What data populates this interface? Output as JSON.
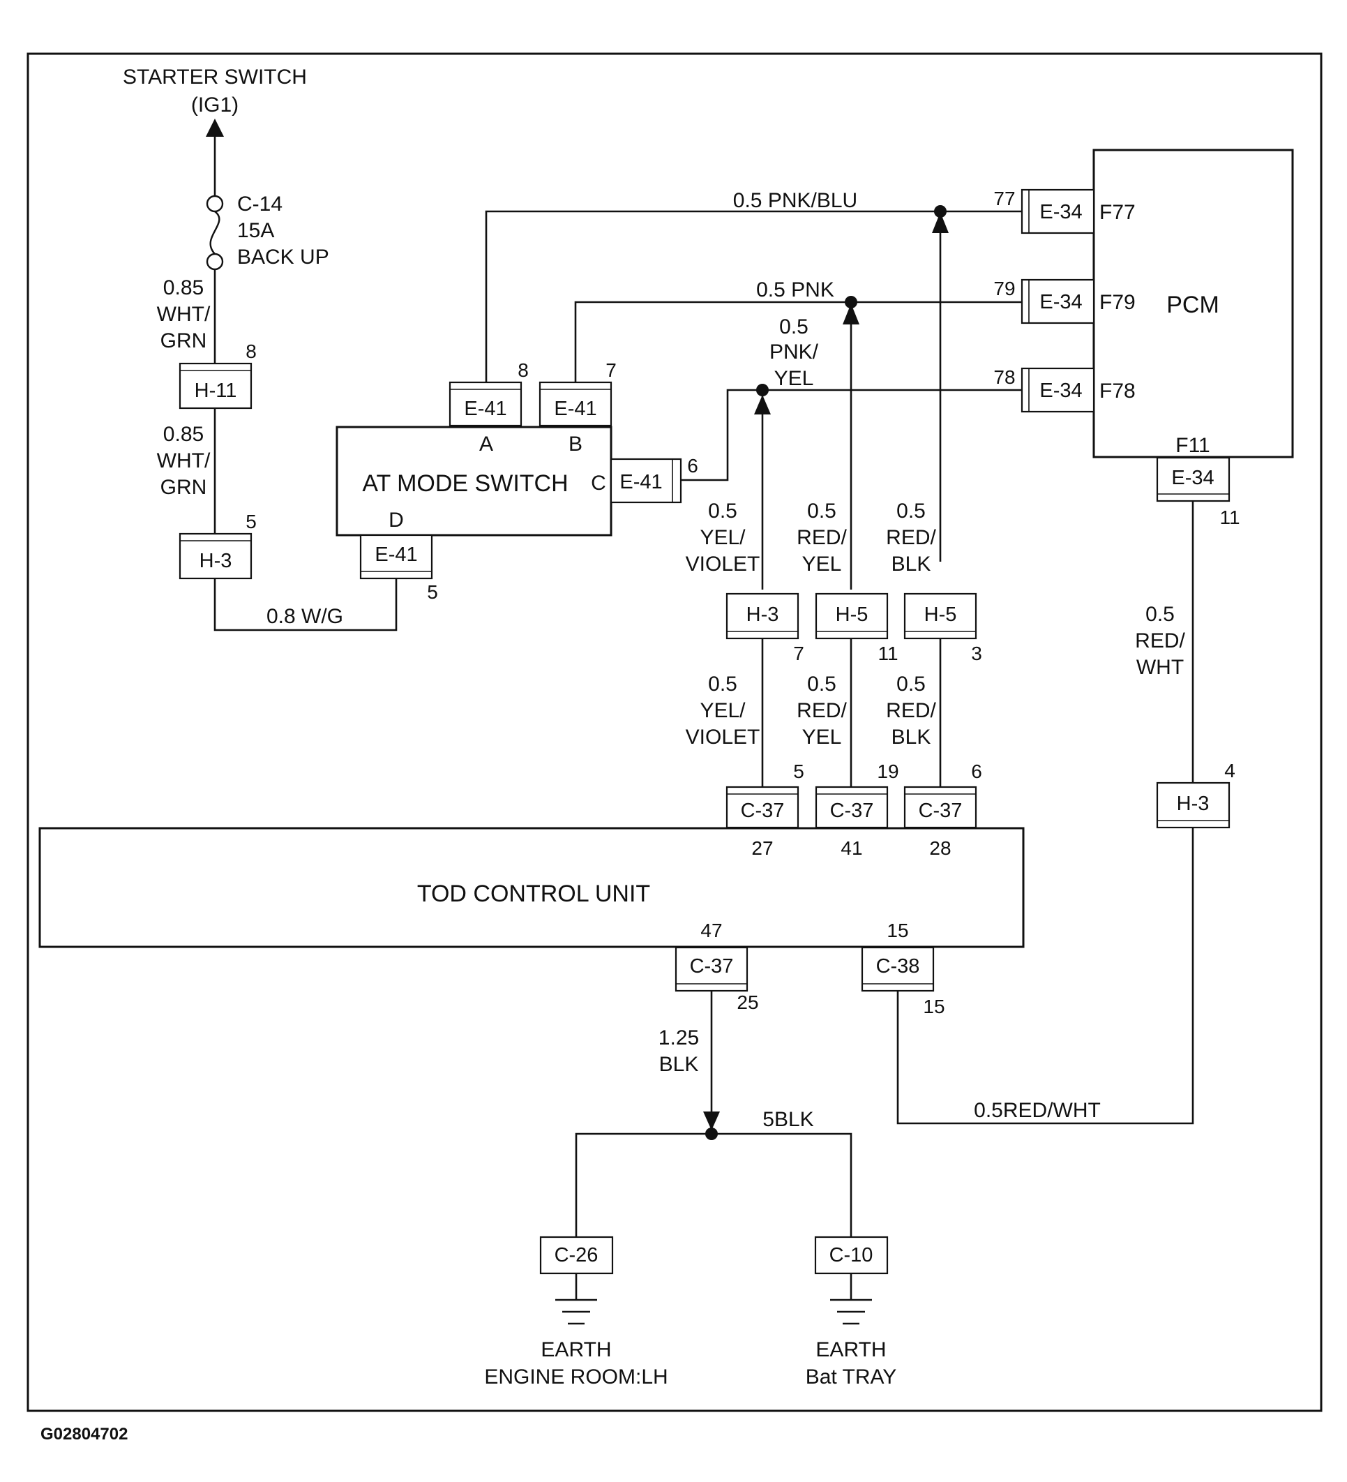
{
  "starter": {
    "line1": "STARTER SWITCH",
    "line2": "(IG1)"
  },
  "fuse": {
    "id": "C-14",
    "rating": "15A",
    "name": "BACK UP"
  },
  "modules": {
    "pcm": "PCM",
    "at_mode_switch": "AT MODE SWITCH",
    "tod": "TOD CONTROL UNIT"
  },
  "connectors": {
    "h11": "H-11",
    "h3": "H-3",
    "h5": "H-5",
    "e41": "E-41",
    "e34": "E-34",
    "c37": "C-37",
    "c38": "C-38",
    "c26": "C-26",
    "c10": "C-10"
  },
  "pins": {
    "h11_8": "8",
    "h3_5": "5",
    "e41d_5": "5",
    "e41_8": "8",
    "e41_7": "7",
    "e41_6": "6",
    "pcm_77": "77",
    "pcm_79": "79",
    "pcm_78": "78",
    "f77": "F77",
    "f79": "F79",
    "f78": "F78",
    "f11": "F11",
    "e34_11": "11",
    "h3_7": "7",
    "h5_11": "11",
    "h5_3": "3",
    "h3_4": "4",
    "c37_5": "5",
    "c37_19": "19",
    "c37_6": "6",
    "tod_27": "27",
    "tod_41": "41",
    "tod_28": "28",
    "tod_47": "47",
    "tod_15": "15",
    "c37_25": "25",
    "c38_15": "15"
  },
  "switch_terminals": {
    "a": "A",
    "b": "B",
    "c": "C",
    "d": "D"
  },
  "wires": {
    "wht_grn": [
      "0.85",
      "WHT/",
      "GRN"
    ],
    "w_g": "0.8 W/G",
    "pnk_blu": "0.5 PNK/BLU",
    "pnk": "0.5 PNK",
    "pnk_yel": [
      "0.5",
      "PNK/",
      "YEL"
    ],
    "yel_violet": [
      "0.5",
      "YEL/",
      "VIOLET"
    ],
    "red_yel": [
      "0.5",
      "RED/",
      "YEL"
    ],
    "red_blk": [
      "0.5",
      "RED/",
      "BLK"
    ],
    "red_wht": [
      "0.5",
      "RED/",
      "WHT"
    ],
    "red_wht_bottom": "0.5RED/WHT",
    "blk_125": [
      "1.25",
      "BLK"
    ],
    "blk_5": "5BLK"
  },
  "earth": {
    "left": [
      "EARTH",
      "ENGINE ROOM:LH"
    ],
    "right": [
      "EARTH",
      "Bat TRAY"
    ]
  },
  "figure_id": "G02804702"
}
